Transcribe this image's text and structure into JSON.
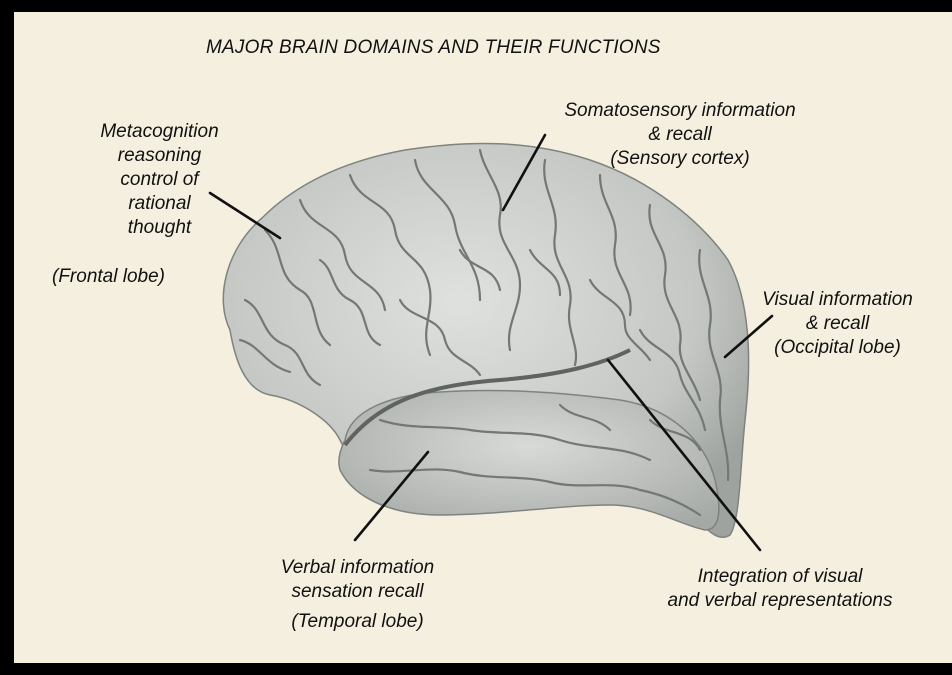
{
  "title": "MAJOR BRAIN DOMAINS AND THEIR FUNCTIONS",
  "labels": {
    "frontal": {
      "lines": [
        "Metacognition",
        "reasoning",
        "control of",
        "rational",
        "thought"
      ],
      "lobe": "(Frontal lobe)"
    },
    "sensory": {
      "lines": [
        "Somatosensory information",
        "& recall"
      ],
      "lobe": "(Sensory cortex)"
    },
    "occipital": {
      "lines": [
        "Visual information",
        "& recall"
      ],
      "lobe": "(Occipital lobe)"
    },
    "temporal": {
      "lines": [
        "Verbal information",
        "sensation recall"
      ],
      "lobe": "(Temporal lobe)"
    },
    "integration": {
      "lines": [
        "Integration of visual",
        "and verbal representations"
      ]
    }
  },
  "colors": {
    "background": "#f5efdf",
    "frame": "#000000",
    "brain_fill": "#c9ccc9",
    "brain_shade": "#9da19e",
    "sulci": "#6f7470",
    "text": "#111111"
  }
}
